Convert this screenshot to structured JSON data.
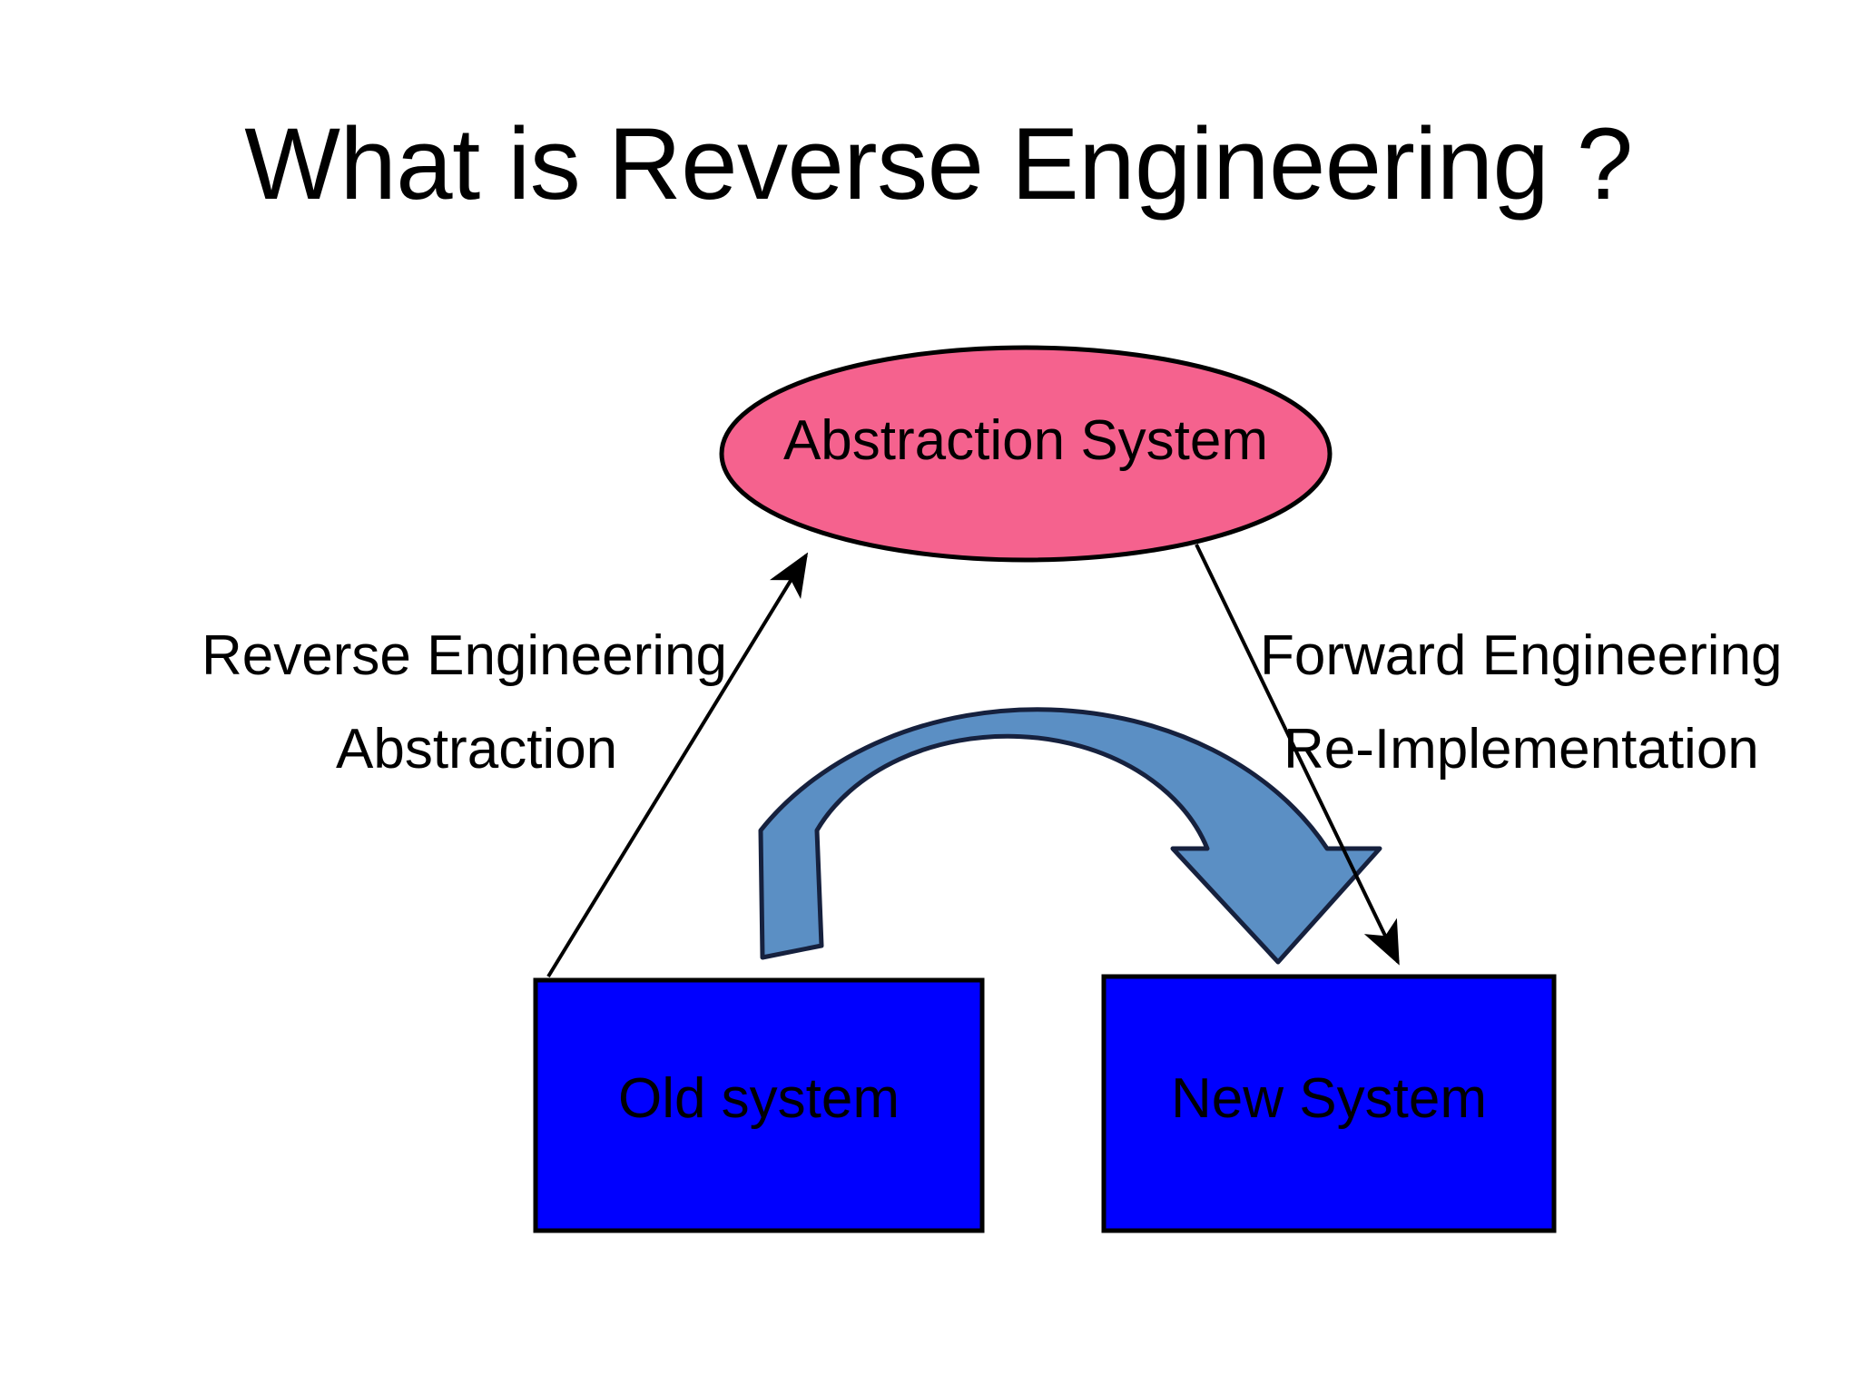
{
  "slide": {
    "title": "What is Reverse Engineering ?",
    "background_color": "#FFFFFF"
  },
  "nodes": {
    "abstraction_system": {
      "label": "Abstraction System",
      "shape": "ellipse",
      "fill_color": "#F5628E",
      "stroke_color": "#000000"
    },
    "old_system": {
      "label": "Old system",
      "shape": "rectangle",
      "fill_color": "#0000FF",
      "stroke_color": "#000000"
    },
    "new_system": {
      "label": "New System",
      "shape": "rectangle",
      "fill_color": "#0000FF",
      "stroke_color": "#000000"
    }
  },
  "edges": {
    "reverse": {
      "line1": "Reverse Engineering",
      "line2": "Abstraction",
      "direction": "old-system-to-abstraction-system",
      "stroke_color": "#000000"
    },
    "forward": {
      "line1": "Forward Engineering",
      "line2": "Re-Implementation",
      "direction": "abstraction-system-to-new-system",
      "stroke_color": "#000000"
    },
    "restructure": {
      "shape": "curved-u-turn-arrow",
      "direction": "old-system-to-new-system",
      "fill_color": "#5B8FC4",
      "stroke_color": "#1A1A2E"
    }
  },
  "chart_data": {
    "type": "diagram",
    "title": "What is Reverse Engineering ?",
    "nodes": [
      {
        "id": "abstraction_system",
        "label": "Abstraction System",
        "shape": "ellipse",
        "fill": "#F5628E"
      },
      {
        "id": "old_system",
        "label": "Old system",
        "shape": "rectangle",
        "fill": "#0000FF"
      },
      {
        "id": "new_system",
        "label": "New System",
        "shape": "rectangle",
        "fill": "#0000FF"
      }
    ],
    "edges": [
      {
        "from": "old_system",
        "to": "abstraction_system",
        "labels": [
          "Reverse Engineering",
          "Abstraction"
        ],
        "style": "thin-arrow"
      },
      {
        "from": "abstraction_system",
        "to": "new_system",
        "labels": [
          "Forward Engineering",
          "Re-Implementation"
        ],
        "style": "thin-arrow"
      },
      {
        "from": "old_system",
        "to": "new_system",
        "labels": [],
        "style": "thick-curved-arrow",
        "fill": "#5B8FC4"
      }
    ]
  }
}
